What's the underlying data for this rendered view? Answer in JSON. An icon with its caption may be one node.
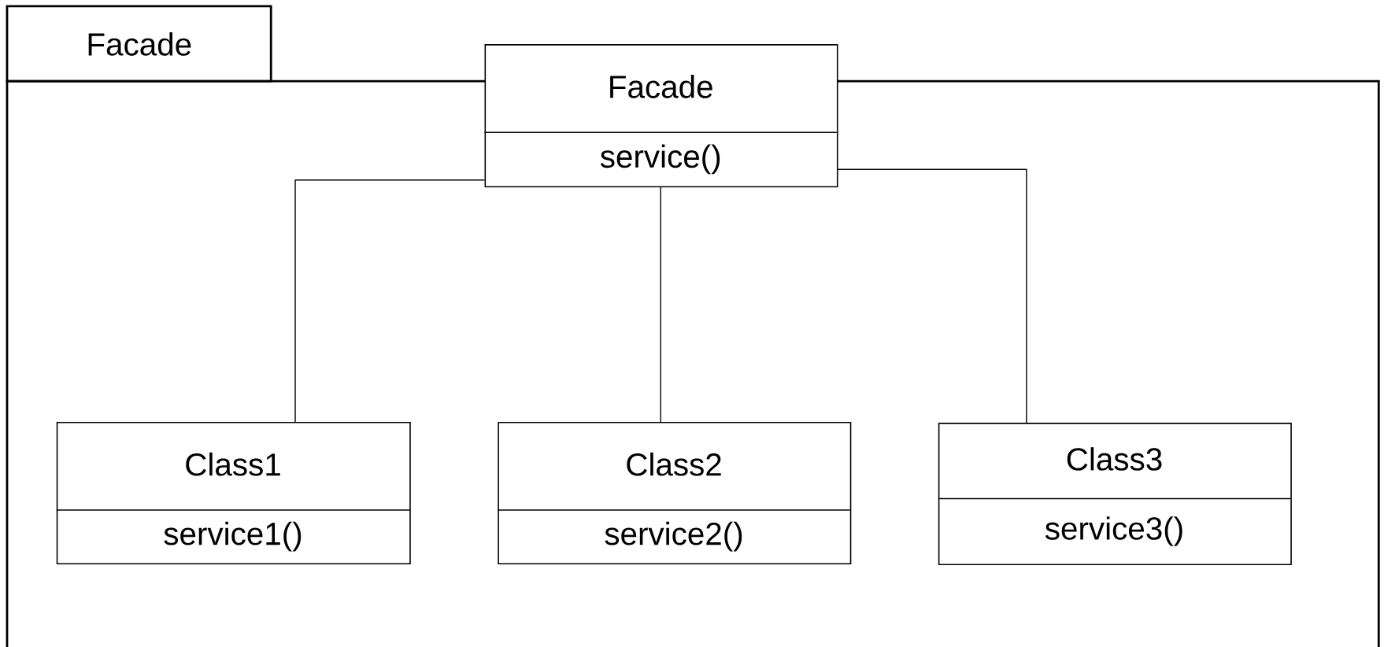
{
  "diagram": {
    "nodes": [
      {
        "text": [
          "Facade"
        ]
      },
      {
        "text": [
          "Facade",
          "service()"
        ],
        "in": 0
      },
      {
        "text": [
          "Class1",
          "service1()"
        ],
        "in": 0
      },
      {
        "text": [
          "Class2",
          "service2()"
        ],
        "in": 0
      },
      {
        "text": [
          "Class3",
          "service3()"
        ],
        "in": 0
      }
    ],
    "edges": [
      {
        "from": 1,
        "to": 2,
        "arrow": "none"
      },
      {
        "from": 1,
        "to": 3,
        "arrow": "none"
      },
      {
        "from": 1,
        "to": 4,
        "arrow": "none"
      }
    ]
  }
}
